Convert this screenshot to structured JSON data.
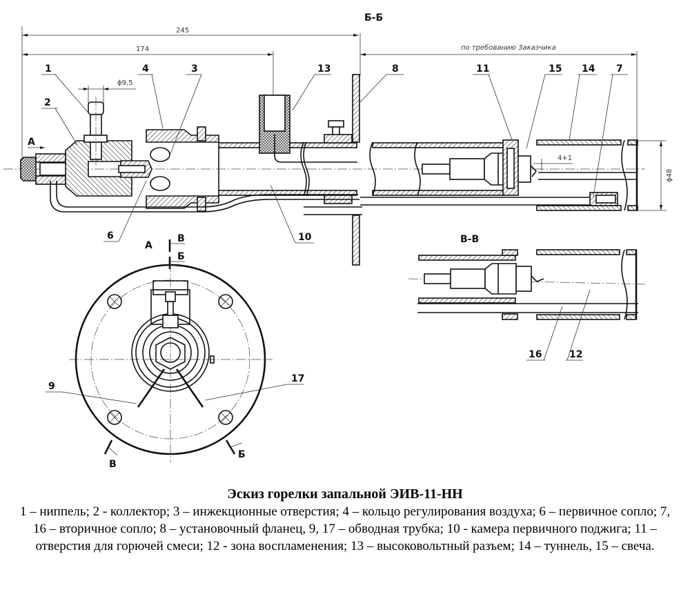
{
  "drawing": {
    "section_labels": {
      "bb": "Б-Б",
      "vv": "В-В",
      "view_a": "А",
      "view_a_arrow": "А",
      "cut_v_top": "В",
      "cut_b_top": "Б",
      "cut_v_bottom": "В",
      "cut_b_bottom": "Б"
    },
    "dimensions": {
      "overall": "245",
      "to_flange": "174",
      "nipple_dia": "ϕ9,5",
      "tunnel_length": "по требованию Заказчика",
      "spark_gap": "4+1",
      "tunnel_dia": "ϕ48"
    },
    "callouts": [
      "1",
      "2",
      "3",
      "4",
      "6",
      "7",
      "8",
      "9",
      "10",
      "11",
      "12",
      "13",
      "14",
      "15",
      "16",
      "17"
    ]
  },
  "caption": {
    "title": "Эскиз горелки запальной ЭИВ-11-НН",
    "legend": "1 – ниппель; 2 - коллектор; 3 – инжекционные отверстия; 4 – кольцо регулирования воздуха; 6 – первичное сопло; 7, 16 – вторичное сопло; 8 – установочный фланец, 9, 17 – обводная трубка; 10 - камера первичного поджига; 11 – отверстия для горючей смеси; 12 - зона воспламенения; 13 – высоковольтный разъем; 14 – туннель, 15 – свеча."
  }
}
